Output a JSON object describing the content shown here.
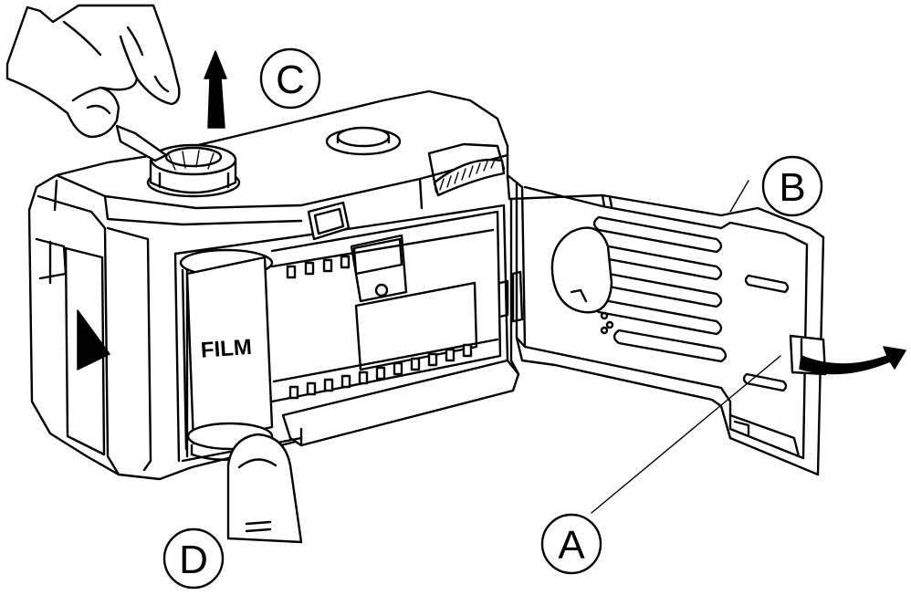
{
  "callouts": {
    "a": "A",
    "b": "B",
    "c": "C",
    "d": "D"
  },
  "cartridge_label": "FILM",
  "colors": {
    "line": "#000000",
    "background": "#ffffff"
  },
  "icons": [
    "finger",
    "thumb",
    "up-arrow",
    "curved-arrow",
    "camera"
  ]
}
